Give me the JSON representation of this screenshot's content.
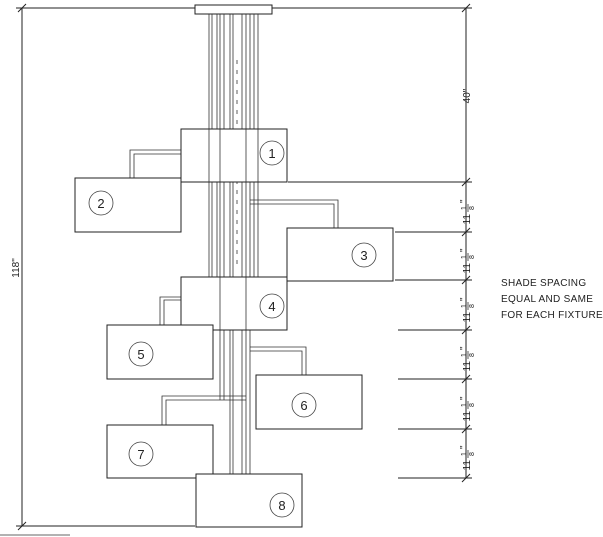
{
  "fixtures": [
    {
      "label": "1"
    },
    {
      "label": "2"
    },
    {
      "label": "3"
    },
    {
      "label": "4"
    },
    {
      "label": "5"
    },
    {
      "label": "6"
    },
    {
      "label": "7"
    },
    {
      "label": "8"
    }
  ],
  "dimensions": {
    "total_height": "118\"",
    "canopy_drop": "40\"",
    "shade_spacing_whole": "11",
    "shade_spacing_frac_num": "1",
    "shade_spacing_frac_den": "8",
    "shade_spacing_unit": "\""
  },
  "note": {
    "lines": [
      "SHADE SPACING",
      "EQUAL AND SAME",
      "FOR EACH FIXTURE"
    ]
  }
}
